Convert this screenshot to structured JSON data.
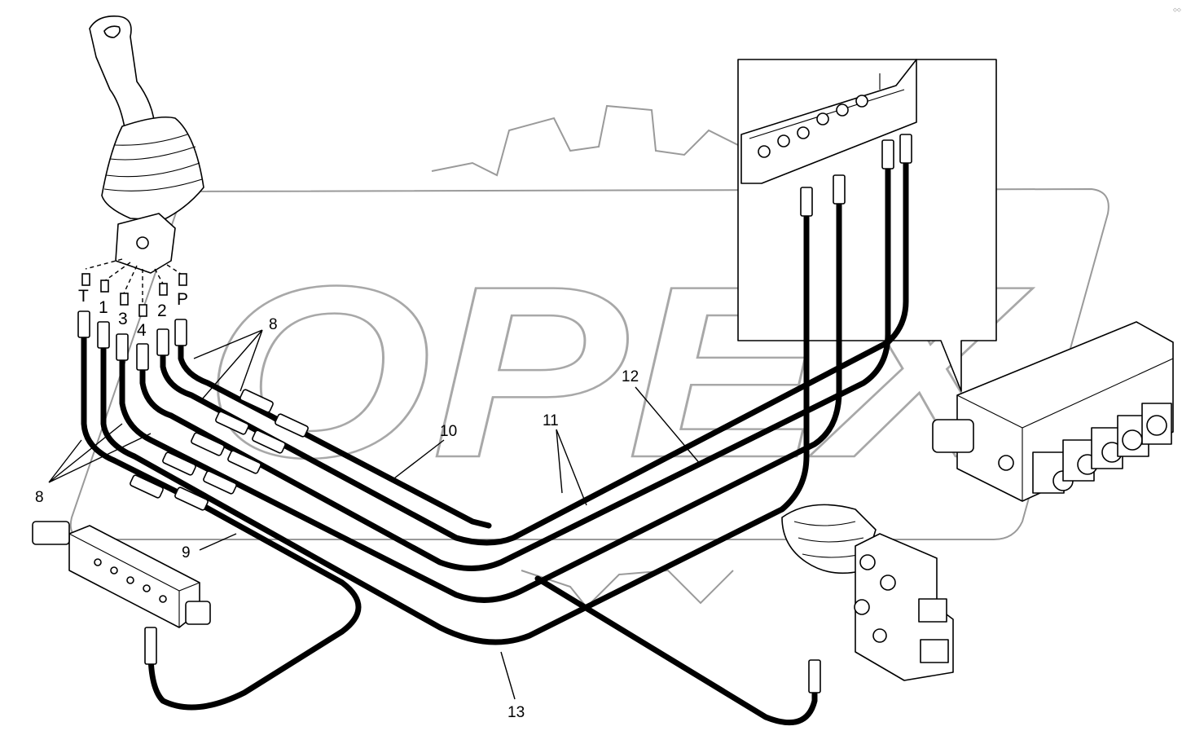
{
  "diagram": {
    "watermark": "OPEX",
    "corner_code": "⬦⬦ ",
    "port_labels": {
      "t": "T",
      "p1": "1",
      "p3": "3",
      "p4": "4",
      "p2": "2",
      "p": "P"
    },
    "callouts": {
      "c8_top": "8",
      "c8_left": "8",
      "c9": "9",
      "c10": "10",
      "c11": "11",
      "c12": "12",
      "c13": "13"
    }
  }
}
